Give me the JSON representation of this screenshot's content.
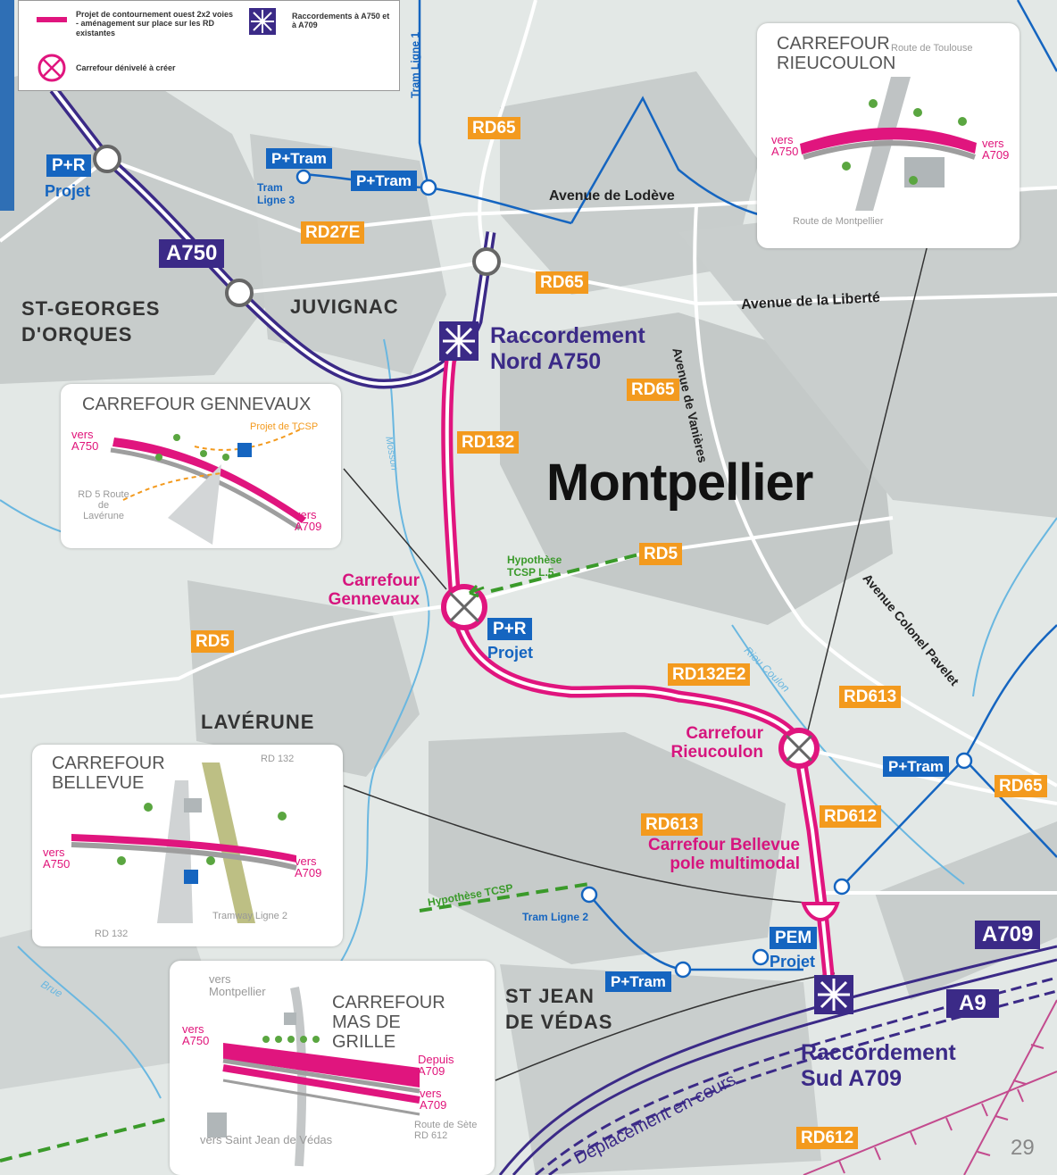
{
  "legend": {
    "item1": "Projet de contournement ouest 2x2 voies - aménagement sur place sur les RD existantes",
    "item2": "Raccordements à A750 et à A709",
    "item3": "Carrefour dénivelé à créer"
  },
  "places": {
    "st_georges": "ST-GEORGES D'ORQUES",
    "juvignac": "JUVIGNAC",
    "montpellier": "Montpellier",
    "laverune": "LAVÉRUNE",
    "st_jean": "ST JEAN DE VÉDAS"
  },
  "shields": {
    "a750": "A750",
    "a709": "A709",
    "a9": "A9"
  },
  "road_badges": {
    "rd65_a": "RD65",
    "rd65_b": "RD65",
    "rd65_c": "RD65",
    "rd65_d": "RD65",
    "rd27e": "RD27E",
    "rd132": "RD132",
    "rd5_a": "RD5",
    "rd5_b": "RD5",
    "rd132e2": "RD132E2",
    "rd613_a": "RD613",
    "rd613_b": "RD613",
    "rd612_a": "RD612",
    "rd612_b": "RD612"
  },
  "transit": {
    "pr_projet_1": "P+R",
    "pr_projet_1_sub": "Projet",
    "ptram_1": "P+Tram",
    "ptram_2": "P+Tram",
    "ptram_3": "P+Tram",
    "ptram_4": "P+Tram",
    "pr_projet_2": "P+R",
    "pr_projet_2_sub": "Projet",
    "pem": "PEM",
    "pem_sub": "Projet",
    "tram_ligne1": "Tram Ligne 1",
    "tram_ligne3": "Tram Ligne 3",
    "tram_ligne2": "Tram Ligne 2"
  },
  "streets": {
    "lodeve": "Avenue de Lodève",
    "liberte": "Avenue de la Liberté",
    "vanieres": "Avenue de Vanières",
    "pavelet": "Avenue Colonel Pavelet"
  },
  "rivers": {
    "mosson": "Mosson",
    "rieucoulon": "Rieu Coulon",
    "brue": "Brue"
  },
  "labels": {
    "racc_nord": "Raccordement Nord A750",
    "racc_sud": "Raccordement Sud A709",
    "carr_gennevaux": "Carrefour Gennevaux",
    "carr_rieucoulon": "Carrefour Rieucoulon",
    "carr_bellevue": "Carrefour Bellevue pole multimodal",
    "hyp_tcsp_l5": "Hypothèse TCSP L.5",
    "hyp_tcsp": "Hypothèse TCSP",
    "deplacement": "Déplacement en cours"
  },
  "insets": {
    "rieucoulon": {
      "title": "CARREFOUR RIEUCOULON",
      "route_toulouse": "Route de Toulouse",
      "route_montpellier": "Route de Montpellier",
      "vers_a750": "vers A750",
      "vers_a709": "vers A709"
    },
    "gennevaux": {
      "title": "CARREFOUR GENNEVAUX",
      "projet_tcsp": "Projet de TCSP",
      "rd5": "RD 5 Route de Lavérune",
      "vers_a750": "vers A750",
      "vers_a709": "vers A709"
    },
    "bellevue": {
      "title": "CARREFOUR BELLEVUE",
      "rd132_top": "RD 132",
      "rd132_bottom": "RD 132",
      "tramway": "Tramway Ligne 2",
      "vers_a750": "vers A750",
      "vers_a709": "vers A709"
    },
    "masdegrille": {
      "title": "CARREFOUR MAS DE GRILLE",
      "vers_montpellier": "vers Montpellier",
      "vers_a750": "vers A750",
      "depuis_a709": "Depuis A709",
      "vers_a709": "vers A709",
      "route_sete": "Route de Sète RD 612",
      "vers_stjean": "vers Saint Jean de Védas"
    }
  },
  "page_number": "29",
  "colors": {
    "project": "#e0157e",
    "motorway": "#3b2a87",
    "tram": "#1565c0",
    "badge": "#f39a1e"
  }
}
